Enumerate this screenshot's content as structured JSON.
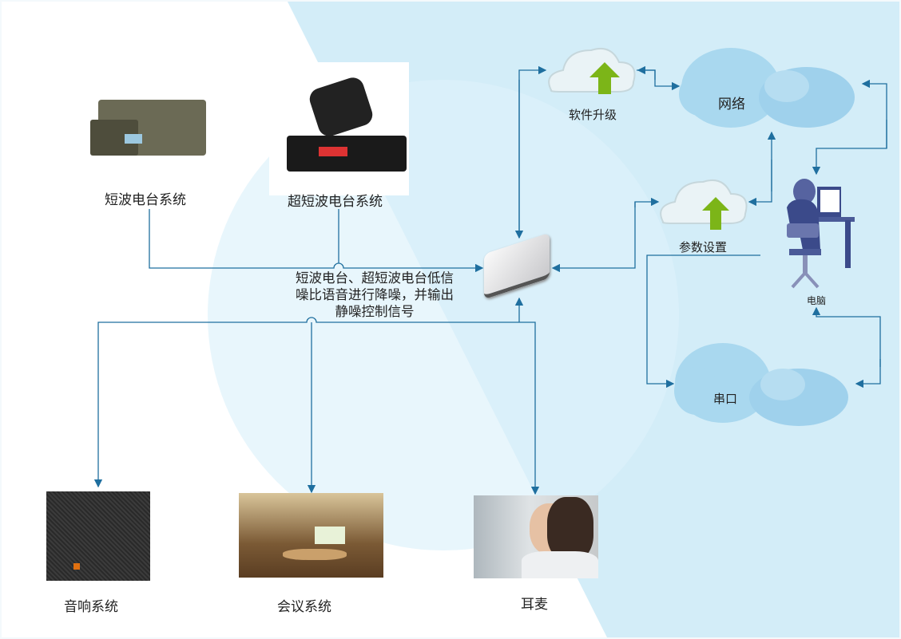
{
  "nodes": {
    "shortwave": "短波电台系统",
    "ultrashort": "超短波电台系统",
    "software_upgrade": "软件升级",
    "network": "网络",
    "param_settings": "参数设置",
    "computer": "电脑",
    "serial": "串口",
    "speaker": "音响系统",
    "conference": "会议系统",
    "headset": "耳麦"
  },
  "device_caption": [
    "短波电台、超短波电台低信",
    "噪比语音进行降噪，并输出",
    "静噪控制信号"
  ],
  "colors": {
    "line": "#1f6f9f",
    "bg_blue": "#d3edf8",
    "cloud": "#a9d8ef",
    "arrow_green": "#7cb518",
    "person": "#3b4a8a"
  }
}
